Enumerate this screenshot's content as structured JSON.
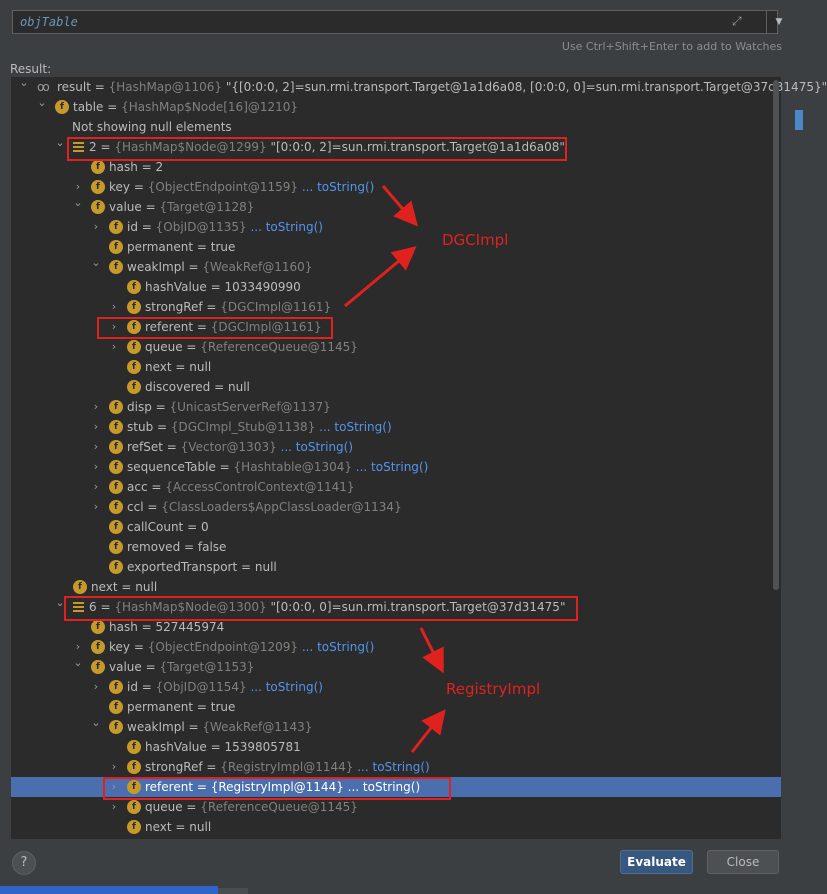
{
  "expression": {
    "value": "objTable"
  },
  "hint": "Use Ctrl+Shift+Enter to add to Watches",
  "result_label": "Result:",
  "tree": [
    {
      "label": "result = {HashMap@1106} \"{[0:0:0, 2]=sun.rmi.transport.Target@1a1d6a08, [0:0:0, 0]=sun.rmi.transport.Target@37d31475}\"",
      "parts": [
        {
          "t": "result",
          "c": "t"
        },
        {
          "t": " = ",
          "c": "t"
        },
        {
          "t": "{HashMap@1106} ",
          "c": "g"
        },
        {
          "t": "\"{[0:0:0, 2]=sun.rmi.transport.Target@1a1d6a08, [0:0:0, 0]=sun.rmi.transport.Target@37d31475}\"",
          "c": "t"
        }
      ]
    },
    {
      "parts": [
        {
          "t": "table",
          "c": "t"
        },
        {
          "t": " = ",
          "c": "t"
        },
        {
          "t": "{HashMap$Node[16]@1210}",
          "c": "g"
        }
      ]
    },
    {
      "parts": [
        {
          "t": "Not showing null elements",
          "c": "t"
        }
      ]
    },
    {
      "parts": [
        {
          "t": "2",
          "c": "t"
        },
        {
          "t": " = ",
          "c": "t"
        },
        {
          "t": "{HashMap$Node@1299} ",
          "c": "g"
        },
        {
          "t": "\"[0:0:0, 2]=sun.rmi.transport.Target@1a1d6a08\"",
          "c": "t"
        }
      ]
    },
    {
      "parts": [
        {
          "t": "hash",
          "c": "t"
        },
        {
          "t": " = 2",
          "c": "t"
        }
      ]
    },
    {
      "parts": [
        {
          "t": "key",
          "c": "t"
        },
        {
          "t": " = ",
          "c": "t"
        },
        {
          "t": "{ObjectEndpoint@1159} ",
          "c": "g"
        },
        {
          "t": "... toString()",
          "c": "link"
        }
      ]
    },
    {
      "parts": [
        {
          "t": "value",
          "c": "t"
        },
        {
          "t": " = ",
          "c": "t"
        },
        {
          "t": "{Target@1128}",
          "c": "g"
        }
      ]
    },
    {
      "parts": [
        {
          "t": "id",
          "c": "t"
        },
        {
          "t": " = ",
          "c": "t"
        },
        {
          "t": "{ObjID@1135} ",
          "c": "g"
        },
        {
          "t": "... toString()",
          "c": "link"
        }
      ]
    },
    {
      "parts": [
        {
          "t": "permanent",
          "c": "t"
        },
        {
          "t": " = true",
          "c": "t"
        }
      ]
    },
    {
      "parts": [
        {
          "t": "weakImpl",
          "c": "t"
        },
        {
          "t": " = ",
          "c": "t"
        },
        {
          "t": "{WeakRef@1160}",
          "c": "g"
        }
      ]
    },
    {
      "parts": [
        {
          "t": "hashValue",
          "c": "t"
        },
        {
          "t": " = 1033490990",
          "c": "t"
        }
      ]
    },
    {
      "parts": [
        {
          "t": "strongRef",
          "c": "t"
        },
        {
          "t": " = ",
          "c": "t"
        },
        {
          "t": "{DGCImpl@1161}",
          "c": "g"
        }
      ]
    },
    {
      "parts": [
        {
          "t": "referent",
          "c": "t"
        },
        {
          "t": " = ",
          "c": "t"
        },
        {
          "t": "{DGCImpl@1161}",
          "c": "g"
        }
      ]
    },
    {
      "parts": [
        {
          "t": "queue",
          "c": "t"
        },
        {
          "t": " = ",
          "c": "t"
        },
        {
          "t": "{ReferenceQueue@1145}",
          "c": "g"
        }
      ]
    },
    {
      "parts": [
        {
          "t": "next",
          "c": "t"
        },
        {
          "t": " = null",
          "c": "t"
        }
      ]
    },
    {
      "parts": [
        {
          "t": "discovered",
          "c": "t"
        },
        {
          "t": " = null",
          "c": "t"
        }
      ]
    },
    {
      "parts": [
        {
          "t": "disp",
          "c": "t"
        },
        {
          "t": " = ",
          "c": "t"
        },
        {
          "t": "{UnicastServerRef@1137}",
          "c": "g"
        }
      ]
    },
    {
      "parts": [
        {
          "t": "stub",
          "c": "t"
        },
        {
          "t": " = ",
          "c": "t"
        },
        {
          "t": "{DGCImpl_Stub@1138} ",
          "c": "g"
        },
        {
          "t": "... toString()",
          "c": "link"
        }
      ]
    },
    {
      "parts": [
        {
          "t": "refSet",
          "c": "t"
        },
        {
          "t": " = ",
          "c": "t"
        },
        {
          "t": "{Vector@1303} ",
          "c": "g"
        },
        {
          "t": "... toString()",
          "c": "link"
        }
      ]
    },
    {
      "parts": [
        {
          "t": "sequenceTable",
          "c": "t"
        },
        {
          "t": " = ",
          "c": "t"
        },
        {
          "t": "{Hashtable@1304} ",
          "c": "g"
        },
        {
          "t": "... toString()",
          "c": "link"
        }
      ]
    },
    {
      "parts": [
        {
          "t": "acc",
          "c": "t"
        },
        {
          "t": " = ",
          "c": "t"
        },
        {
          "t": "{AccessControlContext@1141}",
          "c": "g"
        }
      ]
    },
    {
      "parts": [
        {
          "t": "ccl",
          "c": "t"
        },
        {
          "t": " = ",
          "c": "t"
        },
        {
          "t": "{ClassLoaders$AppClassLoader@1134}",
          "c": "g"
        }
      ]
    },
    {
      "parts": [
        {
          "t": "callCount",
          "c": "t"
        },
        {
          "t": " = 0",
          "c": "t"
        }
      ]
    },
    {
      "parts": [
        {
          "t": "removed",
          "c": "t"
        },
        {
          "t": " = false",
          "c": "t"
        }
      ]
    },
    {
      "parts": [
        {
          "t": "exportedTransport",
          "c": "t"
        },
        {
          "t": " = null",
          "c": "t"
        }
      ]
    },
    {
      "parts": [
        {
          "t": "next",
          "c": "t"
        },
        {
          "t": " = null",
          "c": "t"
        }
      ]
    },
    {
      "parts": [
        {
          "t": "6",
          "c": "t"
        },
        {
          "t": " = ",
          "c": "t"
        },
        {
          "t": "{HashMap$Node@1300} ",
          "c": "g"
        },
        {
          "t": "\"[0:0:0, 0]=sun.rmi.transport.Target@37d31475\"",
          "c": "t"
        }
      ]
    },
    {
      "parts": [
        {
          "t": "hash",
          "c": "t"
        },
        {
          "t": " = 527445974",
          "c": "t"
        }
      ]
    },
    {
      "parts": [
        {
          "t": "key",
          "c": "t"
        },
        {
          "t": " = ",
          "c": "t"
        },
        {
          "t": "{ObjectEndpoint@1209} ",
          "c": "g"
        },
        {
          "t": "... toString()",
          "c": "link"
        }
      ]
    },
    {
      "parts": [
        {
          "t": "value",
          "c": "t"
        },
        {
          "t": " = ",
          "c": "t"
        },
        {
          "t": "{Target@1153}",
          "c": "g"
        }
      ]
    },
    {
      "parts": [
        {
          "t": "id",
          "c": "t"
        },
        {
          "t": " = ",
          "c": "t"
        },
        {
          "t": "{ObjID@1154} ",
          "c": "g"
        },
        {
          "t": "... toString()",
          "c": "link"
        }
      ]
    },
    {
      "parts": [
        {
          "t": "permanent",
          "c": "t"
        },
        {
          "t": " = true",
          "c": "t"
        }
      ]
    },
    {
      "parts": [
        {
          "t": "weakImpl",
          "c": "t"
        },
        {
          "t": " = ",
          "c": "t"
        },
        {
          "t": "{WeakRef@1143}",
          "c": "g"
        }
      ]
    },
    {
      "parts": [
        {
          "t": "hashValue",
          "c": "t"
        },
        {
          "t": " = 1539805781",
          "c": "t"
        }
      ]
    },
    {
      "parts": [
        {
          "t": "strongRef",
          "c": "t"
        },
        {
          "t": " = ",
          "c": "t"
        },
        {
          "t": "{RegistryImpl@1144} ",
          "c": "g"
        },
        {
          "t": "... toString()",
          "c": "link"
        }
      ]
    },
    {
      "parts": [
        {
          "t": "referent",
          "c": "t"
        },
        {
          "t": " = ",
          "c": "t"
        },
        {
          "t": "{RegistryImpl@1144} ",
          "c": "g"
        },
        {
          "t": "... toString()",
          "c": "link"
        }
      ]
    },
    {
      "parts": [
        {
          "t": "queue",
          "c": "t"
        },
        {
          "t": " = ",
          "c": "t"
        },
        {
          "t": "{ReferenceQueue@1145}",
          "c": "g"
        }
      ]
    },
    {
      "parts": [
        {
          "t": "next",
          "c": "t"
        },
        {
          "t": " = null",
          "c": "t"
        }
      ]
    }
  ],
  "annotations": {
    "dgc": "DGCImpl",
    "registry": "RegistryImpl"
  },
  "buttons": {
    "help": "?",
    "evaluate": "Evaluate",
    "close": "Close"
  },
  "colors": {
    "annotation": "#e0221e",
    "selection": "#4b6eaf",
    "link": "#5394ec"
  },
  "icons": {
    "expand": "expand-icon",
    "dropdown": "chevron-down-icon",
    "field": "field-icon",
    "map_entry": "map-entry-icon",
    "watch": "watch-icon",
    "help": "help-icon"
  }
}
